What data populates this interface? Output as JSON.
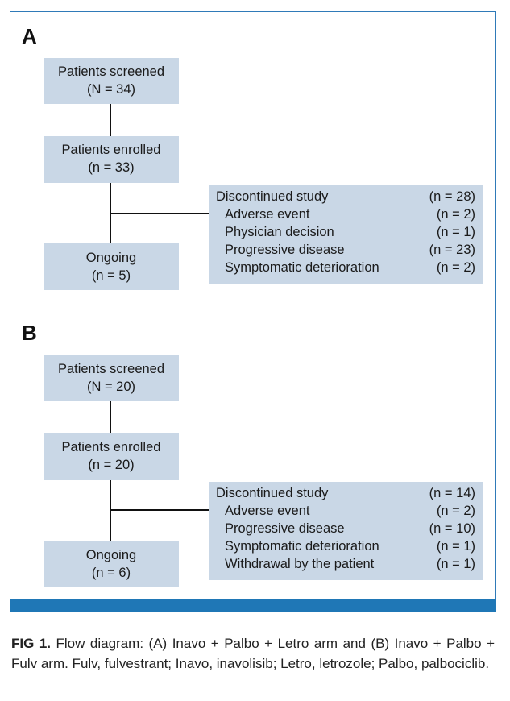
{
  "panel_a": {
    "label": "A",
    "screened": {
      "title": "Patients screened",
      "count": "(N = 34)"
    },
    "enrolled": {
      "title": "Patients enrolled",
      "count": "(n = 33)"
    },
    "ongoing": {
      "title": "Ongoing",
      "count": "(n = 5)"
    },
    "discontinued": [
      {
        "label": "Discontinued study",
        "value": "(n = 28)"
      },
      {
        "label": "Adverse event",
        "value": "(n = 2)"
      },
      {
        "label": "Physician decision",
        "value": "(n = 1)"
      },
      {
        "label": "Progressive disease",
        "value": "(n = 23)"
      },
      {
        "label": "Symptomatic deterioration",
        "value": "(n = 2)"
      }
    ]
  },
  "panel_b": {
    "label": "B",
    "screened": {
      "title": "Patients screened",
      "count": "(N = 20)"
    },
    "enrolled": {
      "title": "Patients enrolled",
      "count": "(n = 20)"
    },
    "ongoing": {
      "title": "Ongoing",
      "count": "(n = 6)"
    },
    "discontinued": [
      {
        "label": "Discontinued study",
        "value": "(n = 14)"
      },
      {
        "label": "Adverse event",
        "value": "(n = 2)"
      },
      {
        "label": "Progressive disease",
        "value": "(n = 10)"
      },
      {
        "label": "Symptomatic deterioration",
        "value": "(n = 1)"
      },
      {
        "label": "Withdrawal by the patient",
        "value": "(n = 1)"
      }
    ]
  },
  "caption": {
    "lead": "FIG 1.",
    "text": "Flow diagram: (A) Inavo + Palbo + Letro arm and (B) Inavo + Palbo + Fulv arm. Fulv, fulvestrant; Inavo, inavolisib; Letro, letrozole; Palbo, palbociclib."
  },
  "colors": {
    "box_fill": "#c9d7e6",
    "frame": "#2f7ab8",
    "bar": "#1f77b6"
  }
}
